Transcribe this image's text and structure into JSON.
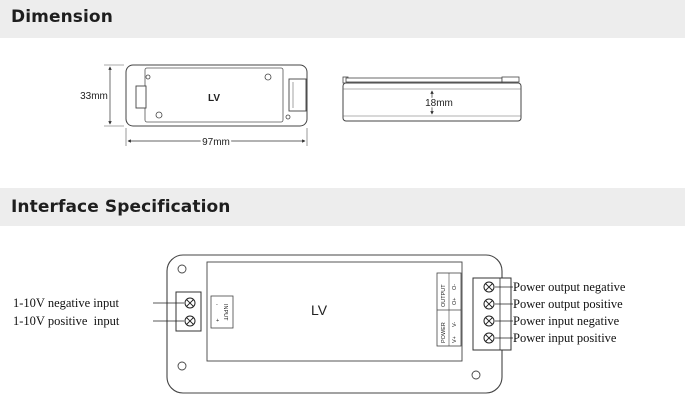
{
  "sections": {
    "dimension_title": "Dimension",
    "interface_title": "Interface Specification"
  },
  "dimension": {
    "height_label": "33mm",
    "width_label": "97mm",
    "depth_label": "18mm",
    "device_label": "LV"
  },
  "interface": {
    "device_label": "LV",
    "input_block_label": "INPUT",
    "output_block_label": "OUTPUT",
    "power_block_label": "POWER",
    "terminal_minus": "-",
    "terminal_plus": "+",
    "output_neg": "O-",
    "output_pos": "O+",
    "power_neg": "V-",
    "power_pos": "V+",
    "left_labels": [
      "1-10V negative input",
      "1-10V positive  input"
    ],
    "right_labels": [
      "Power output negative",
      "Power output positive",
      "Power input negative",
      "Power input positive"
    ]
  }
}
